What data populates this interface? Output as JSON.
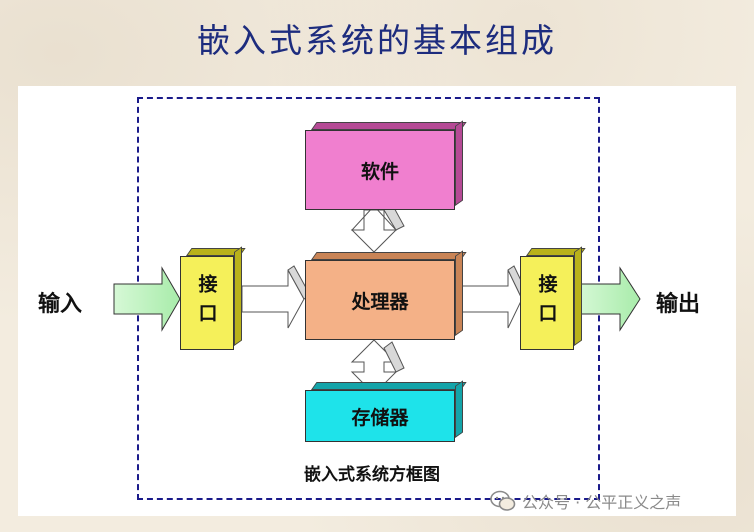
{
  "title": "嵌入式系统的基本组成",
  "diagram": {
    "caption": "嵌入式系统方框图",
    "blocks": {
      "software": "软件",
      "processor": "处理器",
      "storage": "存储器",
      "interface_left": "接口",
      "interface_right": "接口"
    },
    "labels": {
      "input": "输入",
      "output": "输出"
    }
  },
  "watermark": {
    "text": "公众号 · 公平正义之声",
    "icon": "wechat-icon"
  },
  "colors": {
    "title": "#1d2c7e",
    "software": "#f07fcf",
    "processor": "#f4b187",
    "storage": "#1ee3ea",
    "interface": "#f5f05a",
    "io_arrow": "#c8f5c8",
    "frame": "#1a1a8a"
  }
}
